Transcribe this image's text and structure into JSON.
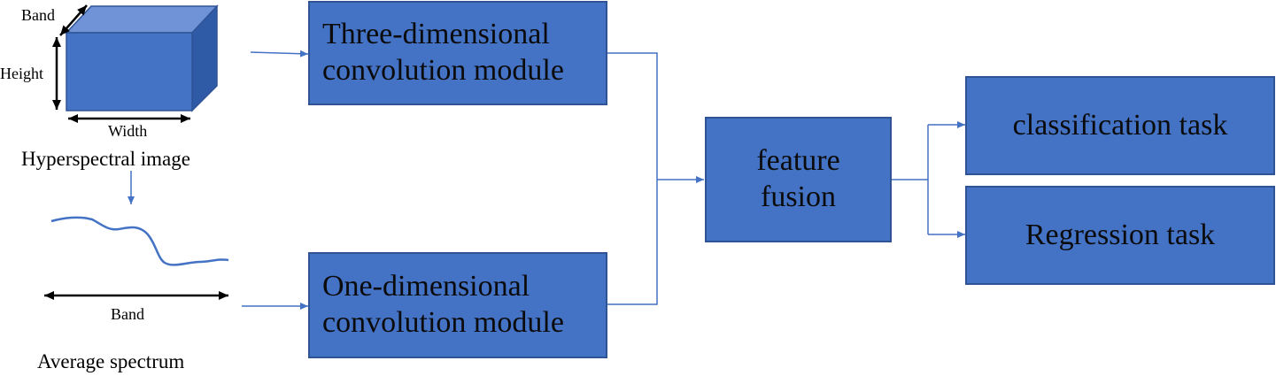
{
  "cube_labels": {
    "band": "Band",
    "height": "Height",
    "width": "Width"
  },
  "hyperspectral_caption": "Hyperspectral image",
  "spectrum_axis_label": "Band",
  "spectrum_caption": "Average spectrum",
  "modules": {
    "three_d": {
      "line1": "Three-dimensional",
      "line2": "convolution module"
    },
    "one_d": {
      "line1": "One-dimensional",
      "line2": "convolution module"
    }
  },
  "fusion": {
    "line1": "feature",
    "line2": "fusion"
  },
  "tasks": {
    "classification": "classification task",
    "regression": "Regression task"
  },
  "colors": {
    "box_fill": "#4472c4",
    "box_border": "#2f5496",
    "connector": "#4472c4",
    "text": "#000000"
  }
}
